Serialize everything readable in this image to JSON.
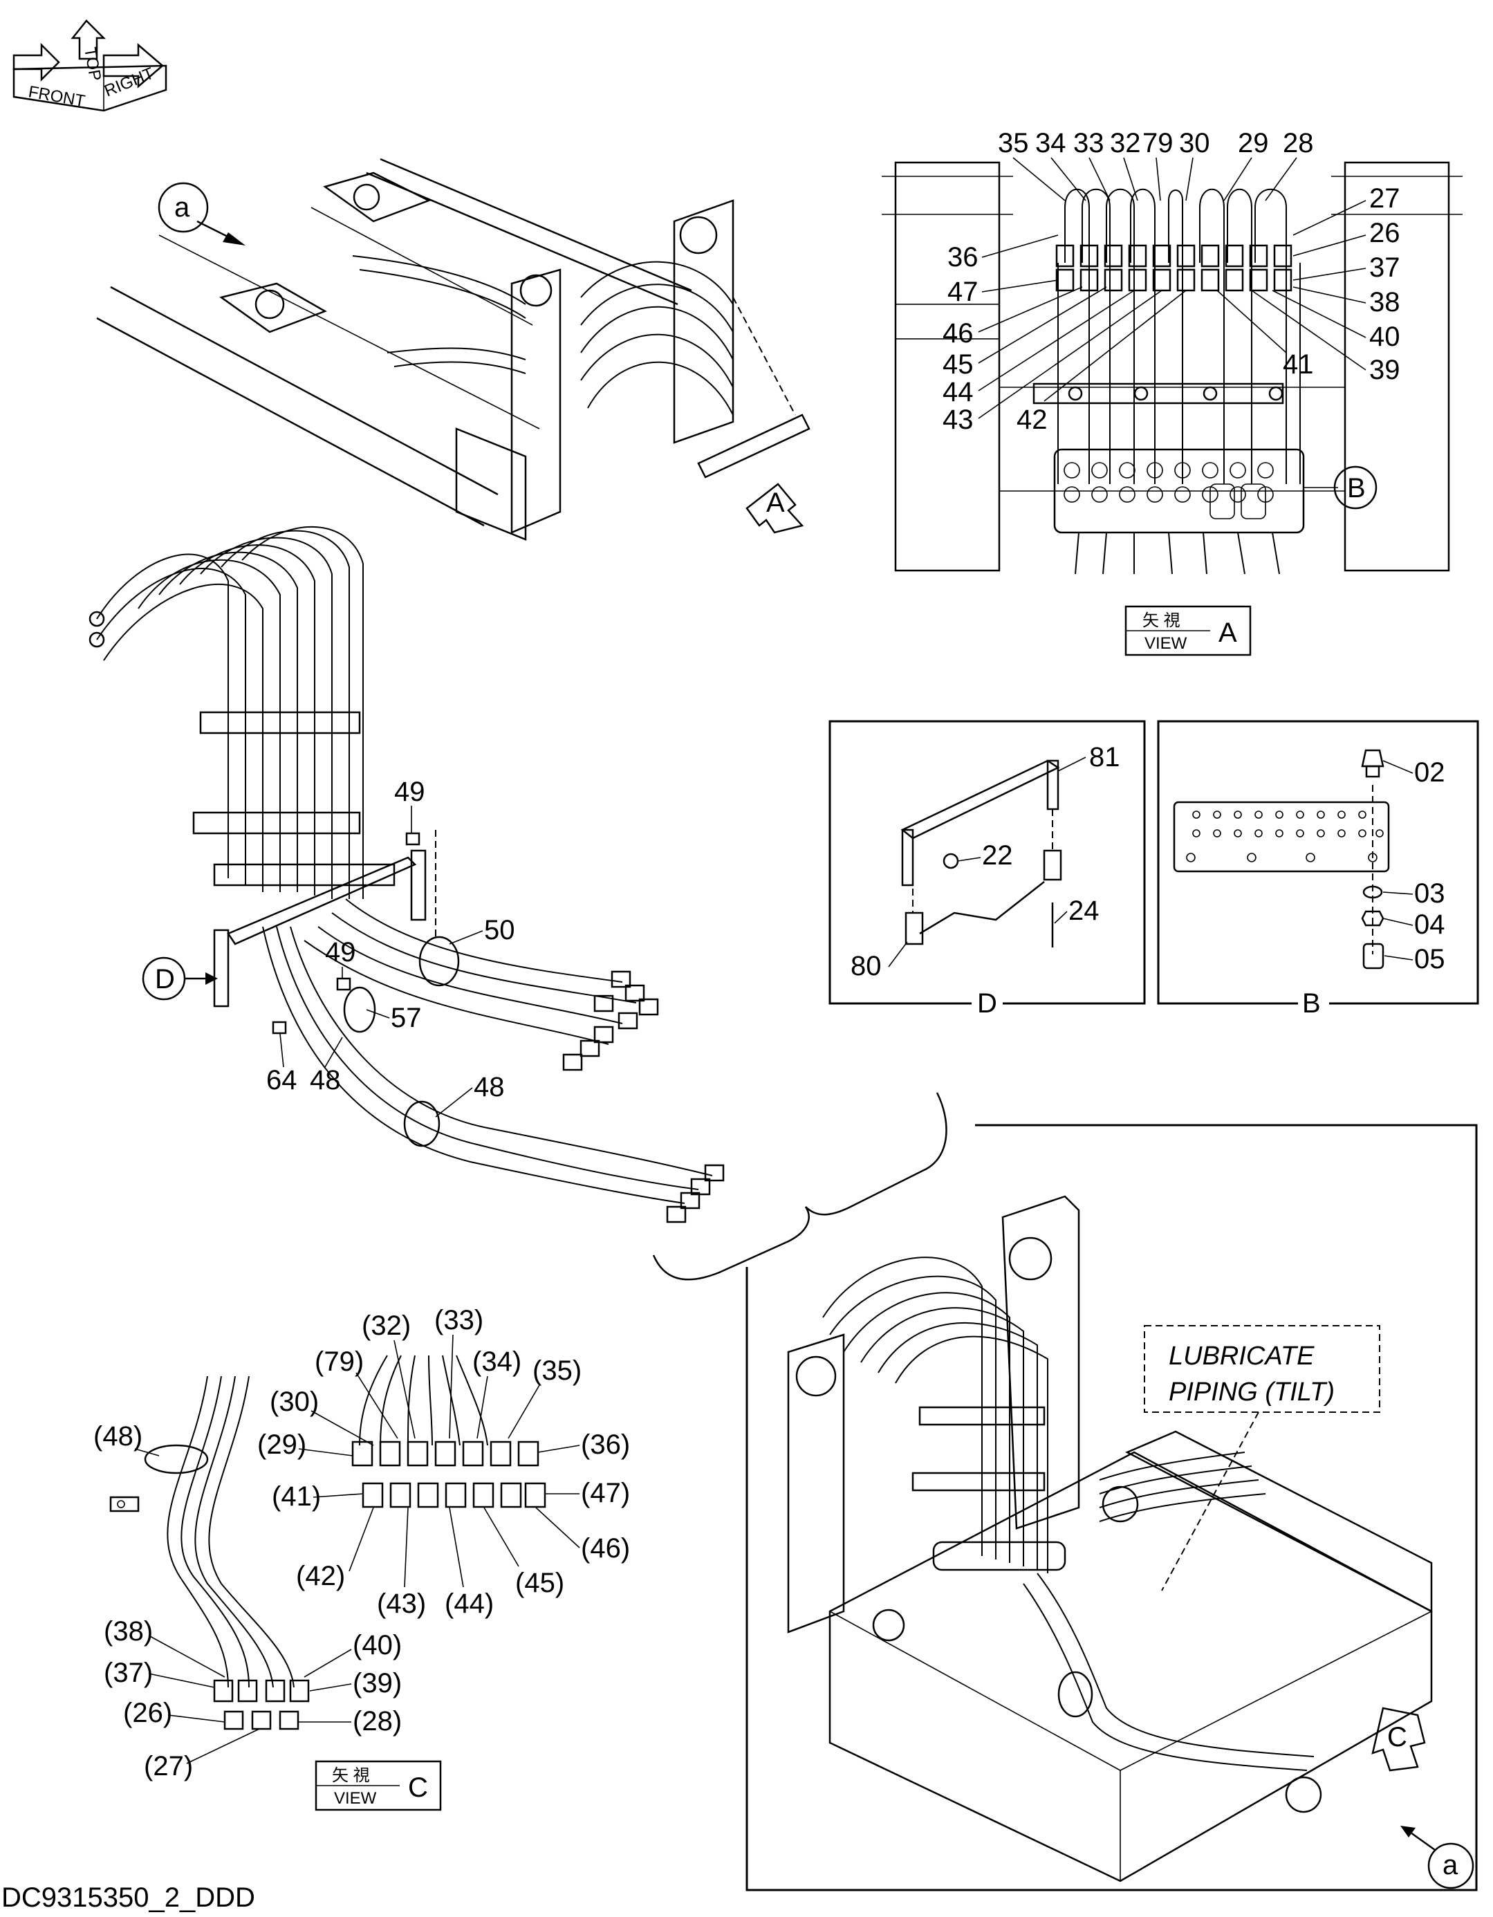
{
  "orientation_badge": {
    "front": "FRONT",
    "top": "TOP",
    "right": "RIGHT"
  },
  "view_a": {
    "kanji": "矢 視",
    "view": "VIEW",
    "letter": "A",
    "top_labels": [
      "35",
      "34",
      "33",
      "32",
      "79",
      "30",
      "29",
      "28"
    ],
    "right_labels": [
      "27",
      "26",
      "37",
      "38",
      "40",
      "39",
      "41"
    ],
    "left_labels": [
      "36",
      "47",
      "46",
      "45",
      "44",
      "43",
      "42"
    ],
    "callout_b": "B"
  },
  "detail_d": {
    "frame_label": "D",
    "labels": [
      "81",
      "22",
      "24",
      "80"
    ]
  },
  "detail_b": {
    "frame_label": "B",
    "labels": [
      "02",
      "03",
      "04",
      "05"
    ]
  },
  "exploded": {
    "labels": [
      "49",
      "50",
      "49",
      "57",
      "64",
      "48",
      "48"
    ],
    "callout_d": "D"
  },
  "overview": {
    "callout_a": "a",
    "arrow_a": "A"
  },
  "view_c": {
    "kanji": "矢 視",
    "view": "VIEW",
    "letter": "C",
    "labels": [
      "(48)",
      "(32)",
      "(33)",
      "(79)",
      "(34)",
      "(35)",
      "(30)",
      "(29)",
      "(36)",
      "(41)",
      "(47)",
      "(46)",
      "(42)",
      "(43)",
      "(44)",
      "(45)",
      "(38)",
      "(40)",
      "(37)",
      "(39)",
      "(26)",
      "(28)",
      "(27)"
    ]
  },
  "inset": {
    "note_line1": "LUBRICATE",
    "note_line2": "PIPING (TILT)",
    "arrow_c": "C",
    "callout_a": "a"
  },
  "drawing_code": "DC9315350_2_DDD"
}
